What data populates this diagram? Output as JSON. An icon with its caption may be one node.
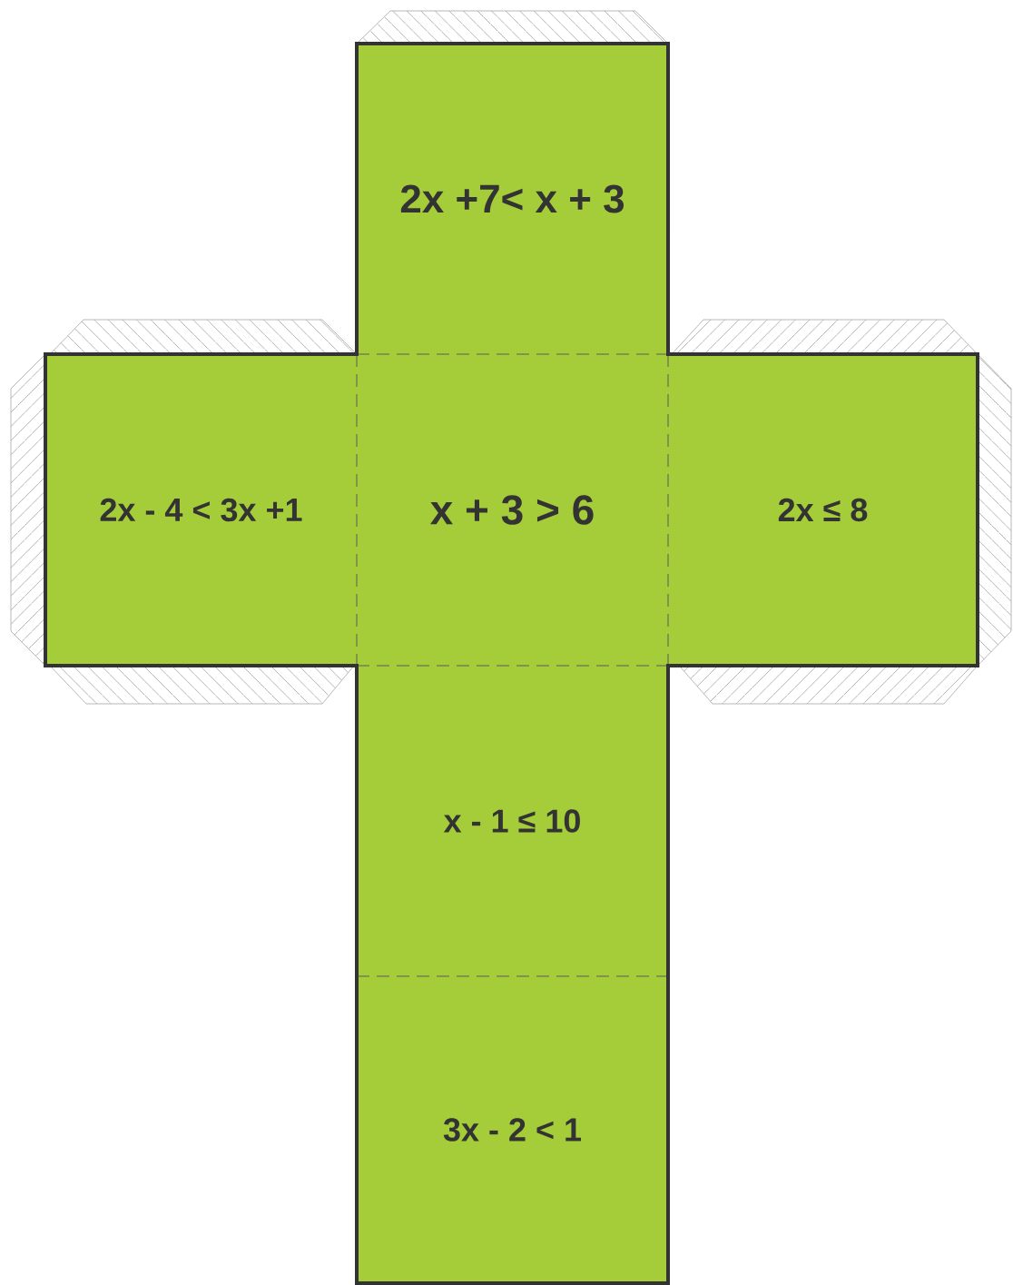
{
  "diagram": {
    "nodes": [
      {
        "text": [
          "2x +7< x + 3"
        ]
      },
      {
        "text": [
          "2x - 4 < 3x +1"
        ]
      },
      {
        "text": [
          "x + 3 > 6"
        ]
      },
      {
        "text": [
          "2x ≤ 8"
        ]
      },
      {
        "text": [
          "x - 1 ≤ 10"
        ]
      },
      {
        "text": [
          "3x - 2 < 1"
        ]
      }
    ]
  }
}
